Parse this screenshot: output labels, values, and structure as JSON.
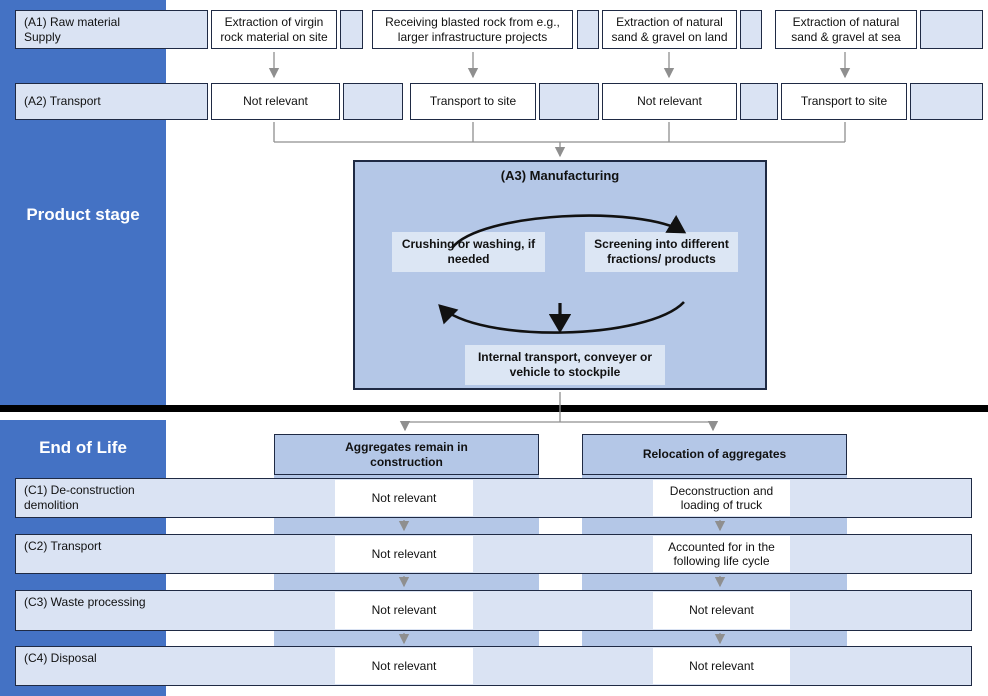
{
  "palette": {
    "sidebar": "#4472C4",
    "light": "#DAE3F3",
    "medium": "#B4C7E7",
    "inner": "#DCE6F4",
    "border": "#1f2a44",
    "line": "#8f8f8f"
  },
  "sidebar": {
    "product_stage_label": "Product stage",
    "end_of_life_label": "End of Life"
  },
  "product_stage": {
    "a1": {
      "label": "(A1) Raw material Supply",
      "cols": [
        "Extraction of virgin rock material on site",
        "Receiving blasted rock from e.g., larger infrastructure projects",
        "Extraction of natural sand & gravel on land",
        "Extraction of natural sand & gravel at sea"
      ]
    },
    "a2": {
      "label": "(A2) Transport",
      "cols": [
        "Not relevant",
        "Transport to site",
        "Not relevant",
        "Transport to site"
      ]
    },
    "a3": {
      "title": "(A3) Manufacturing",
      "crushing": "Crushing or washing, if needed",
      "screening": "Screening into different fractions/ products",
      "internal": "Internal transport, conveyer or vehicle to stockpile"
    }
  },
  "end_of_life": {
    "column_headers": [
      "Aggregates remain in construction",
      "Relocation of aggregates"
    ],
    "rows": [
      {
        "label": "(C1) De-construction demolition",
        "left": "Not relevant",
        "right": "Deconstruction and loading of truck"
      },
      {
        "label": "(C2) Transport",
        "left": "Not relevant",
        "right": "Accounted for in the following life cycle"
      },
      {
        "label": "(C3) Waste processing",
        "left": "Not relevant",
        "right": "Not relevant"
      },
      {
        "label": "(C4) Disposal",
        "left": "Not relevant",
        "right": "Not relevant"
      }
    ]
  }
}
